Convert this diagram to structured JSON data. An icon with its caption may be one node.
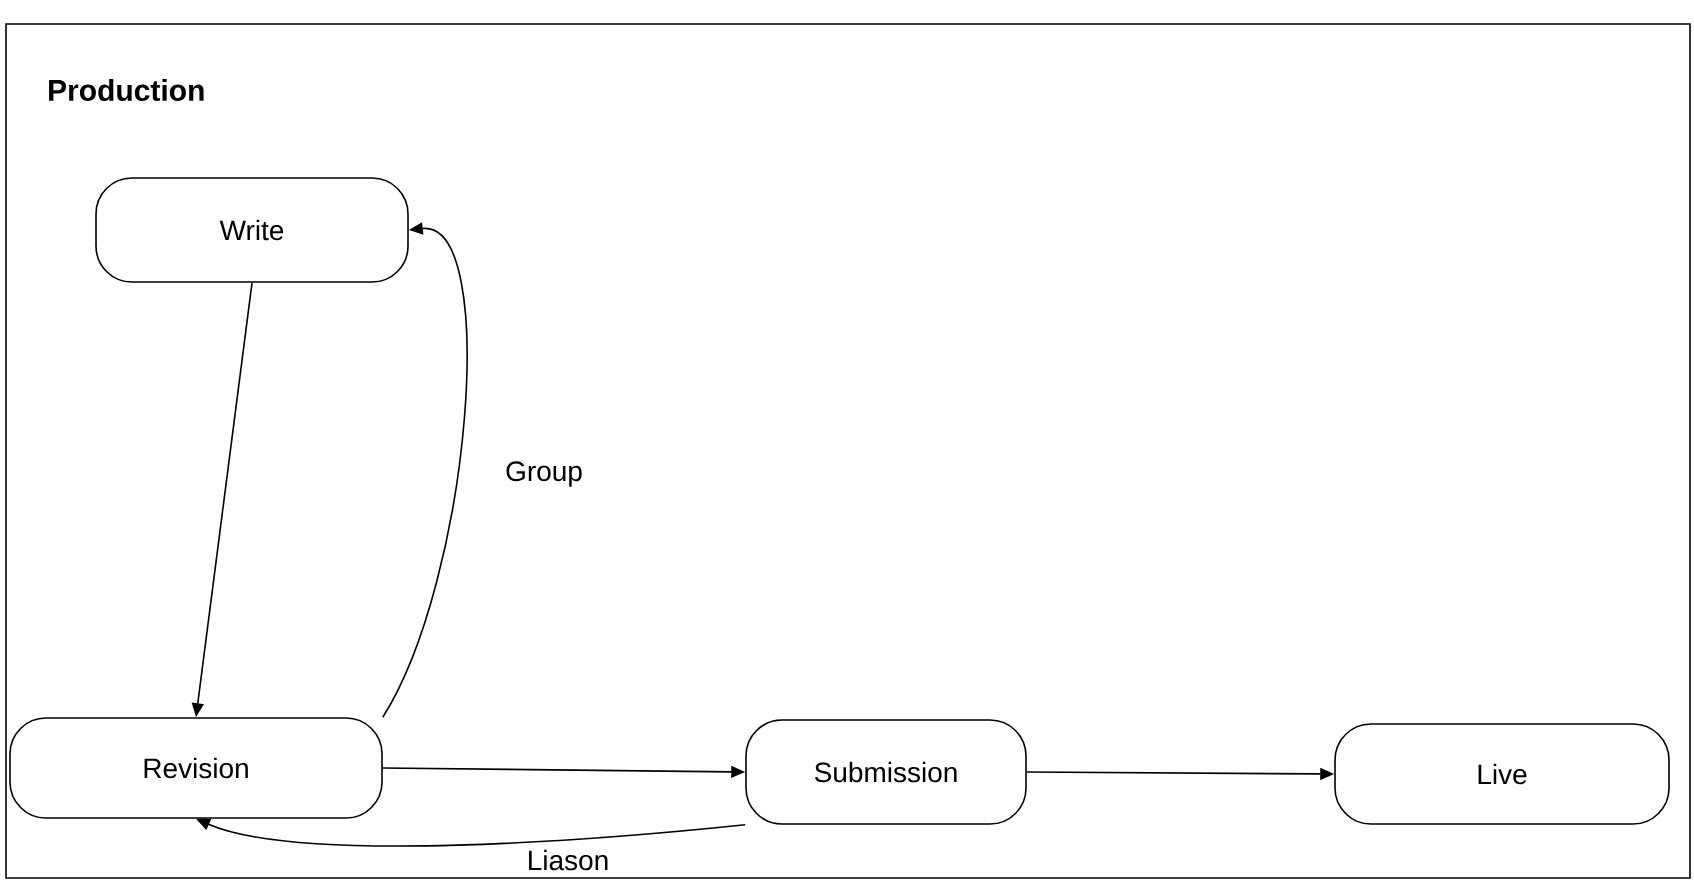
{
  "diagram": {
    "nodes": [
      {
        "text": [
          "Production"
        ]
      },
      {
        "text": [
          "Write"
        ],
        "in": 0
      },
      {
        "text": [
          "Revision"
        ],
        "in": 0
      },
      {
        "text": [
          "Submission"
        ],
        "in": 0
      },
      {
        "text": [
          "Live"
        ],
        "in": 0
      }
    ],
    "edges": [
      {
        "from": 1,
        "to": 2,
        "arrow": "to"
      },
      {
        "from": 2,
        "to": 1,
        "arrow": "to",
        "label": "Group"
      },
      {
        "from": 2,
        "to": 3,
        "arrow": "to"
      },
      {
        "from": 3,
        "to": 4,
        "arrow": "to"
      },
      {
        "from": 3,
        "to": 2,
        "arrow": "to",
        "label": "Liason"
      }
    ]
  }
}
